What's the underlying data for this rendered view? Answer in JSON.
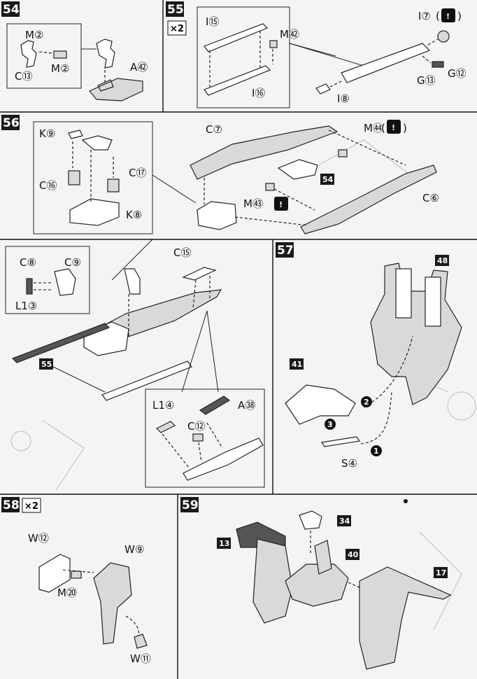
{
  "steps": {
    "s54": {
      "number": "54",
      "labels": {
        "m2a": "M②",
        "m2b": "M②",
        "c13": "C⑬",
        "a42": "A㊷"
      }
    },
    "s55": {
      "number": "55",
      "multiplier": "×2",
      "labels": {
        "i15": "I⑮",
        "i16": "I⑯",
        "m42": "M㊷",
        "i7": "I⑦",
        "i7_paren_open": "(",
        "i7_paren_close": ")",
        "g13": "G⑬",
        "g12": "G⑫",
        "i8": "I⑧"
      }
    },
    "s56": {
      "number": "56",
      "labels": {
        "k9": "K⑨",
        "c16": "C⑯",
        "c17": "C⑰",
        "k8": "K⑧",
        "c7": "C⑦",
        "m44": "M㊹",
        "m43": "M㊸",
        "c6": "C⑥",
        "ref54": "54",
        "c8": "C⑧",
        "c9": "C⑨",
        "l1_3": "L1③",
        "c15": "C⑮",
        "ref55": "55",
        "l1_4": "L1④",
        "c12": "C⑫",
        "a38": "A㊳"
      }
    },
    "s57": {
      "number": "57",
      "labels": {
        "ref48": "48",
        "ref41": "41",
        "s4": "S④",
        "n1": "1",
        "n2": "2",
        "n3": "3"
      }
    },
    "s58": {
      "number": "58",
      "multiplier": "×2",
      "labels": {
        "w12": "W⑫",
        "w9": "W⑨",
        "m20": "M⑳",
        "w11": "W⑪"
      }
    },
    "s59": {
      "number": "59",
      "labels": {
        "ref34": "34",
        "ref13": "13",
        "ref40": "40",
        "ref17": "17"
      }
    }
  },
  "caution_mark": "!",
  "colors": {
    "ink": "#111111",
    "paper": "#f4f4f2",
    "badge": "#1a1a1a"
  }
}
